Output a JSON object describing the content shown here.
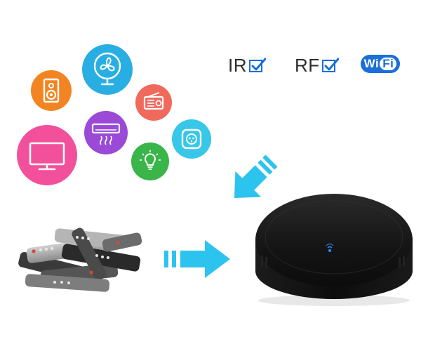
{
  "features": {
    "ir_label": "IR",
    "rf_label": "RF",
    "wifi_label_wi": "Wi",
    "wifi_label_fi": "Fi"
  },
  "colors": {
    "speaker": "#f28522",
    "fan": "#29aee3",
    "radio": "#f06a5c",
    "tv": "#f2509a",
    "air_conditioner": "#9a4ad6",
    "smart_plug": "#38c7e8",
    "light_bulb": "#39b54a",
    "arrow": "#2cc3ee",
    "check": "#1b6fd6",
    "hub": "#121212",
    "led": "#2e8bff"
  },
  "icons": [
    "speaker-icon",
    "fan-icon",
    "radio-icon",
    "tv-icon",
    "air-conditioner-icon",
    "smart-plug-icon",
    "light-bulb-icon"
  ]
}
